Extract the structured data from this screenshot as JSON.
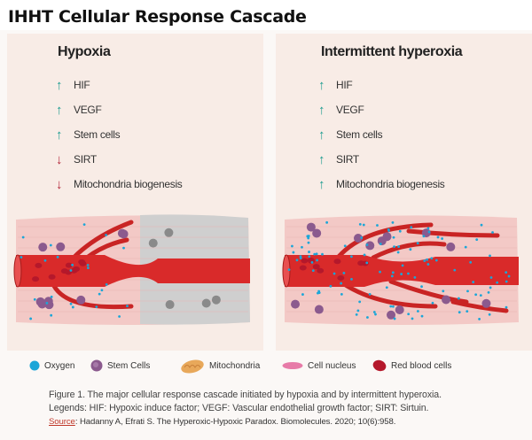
{
  "title": "IHHT Cellular Response Cascade",
  "panels": [
    {
      "heading": "Hypoxia",
      "items": [
        {
          "label": "HIF",
          "direction": "up"
        },
        {
          "label": "VEGF",
          "direction": "up"
        },
        {
          "label": "Stem cells",
          "direction": "up"
        },
        {
          "label": "SIRT",
          "direction": "down"
        },
        {
          "label": "Mitochondria biogenesis",
          "direction": "down"
        }
      ]
    },
    {
      "heading": "Intermittent hyperoxia",
      "items": [
        {
          "label": "HIF",
          "direction": "up"
        },
        {
          "label": "VEGF",
          "direction": "up"
        },
        {
          "label": "Stem cells",
          "direction": "up"
        },
        {
          "label": "SIRT",
          "direction": "up"
        },
        {
          "label": "Mitochondria biogenesis",
          "direction": "up"
        }
      ]
    }
  ],
  "arrows": {
    "up": "↑",
    "down": "↓"
  },
  "legend": [
    "Oxygen",
    "Stem Cells",
    "Mitochondria",
    "Cell nucleus",
    "Red blood cells"
  ],
  "colors": {
    "up": "#1a9b8f",
    "down": "#b3283a",
    "oxygen": "#1ba6d8",
    "stem": "#8b5a8e",
    "mito": "#e8a85a",
    "nucleus": "#e77ba8",
    "rbc": "#b5182b",
    "vessel": "#d92a2a"
  },
  "caption": {
    "line1": "Figure 1. The major cellular response cascade initiated by hypoxia and by intermittent hyperoxia.",
    "line2": "Legends: HIF: Hypoxic induce factor; VEGF: Vascular endothelial growth factor; SIRT: Sirtuin.",
    "source_label": "Source",
    "source_text": ": Hadanny A, Efrati S. The Hyperoxic-Hypoxic Paradox. Biomolecules. 2020; 10(6):958."
  }
}
